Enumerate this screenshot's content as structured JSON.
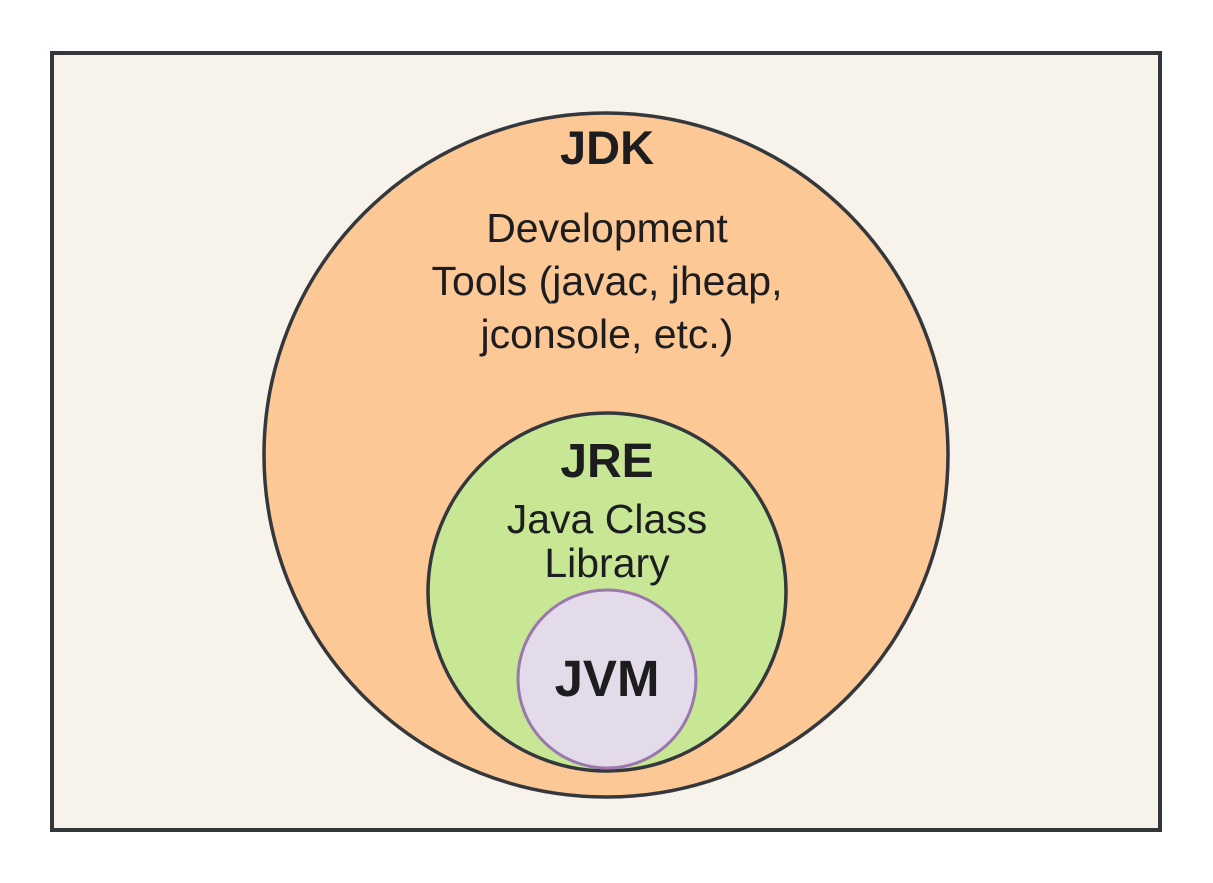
{
  "diagram": {
    "text_color": "#1d1d1f",
    "frame": {
      "fill": "#f7f3ea",
      "stroke": "#33363a"
    },
    "jdk": {
      "label": "JDK",
      "description_lines": [
        "Development",
        "Tools (javac, jheap,",
        "jconsole, etc.)"
      ],
      "fill": "#fbc896",
      "stroke": "#34383c"
    },
    "jre": {
      "label": "JRE",
      "description_lines": [
        "Java Class",
        "Library"
      ],
      "fill": "#c7e795",
      "stroke": "#34383c"
    },
    "jvm": {
      "label": "JVM",
      "fill": "#e3daea",
      "stroke": "#9c77ae"
    }
  }
}
